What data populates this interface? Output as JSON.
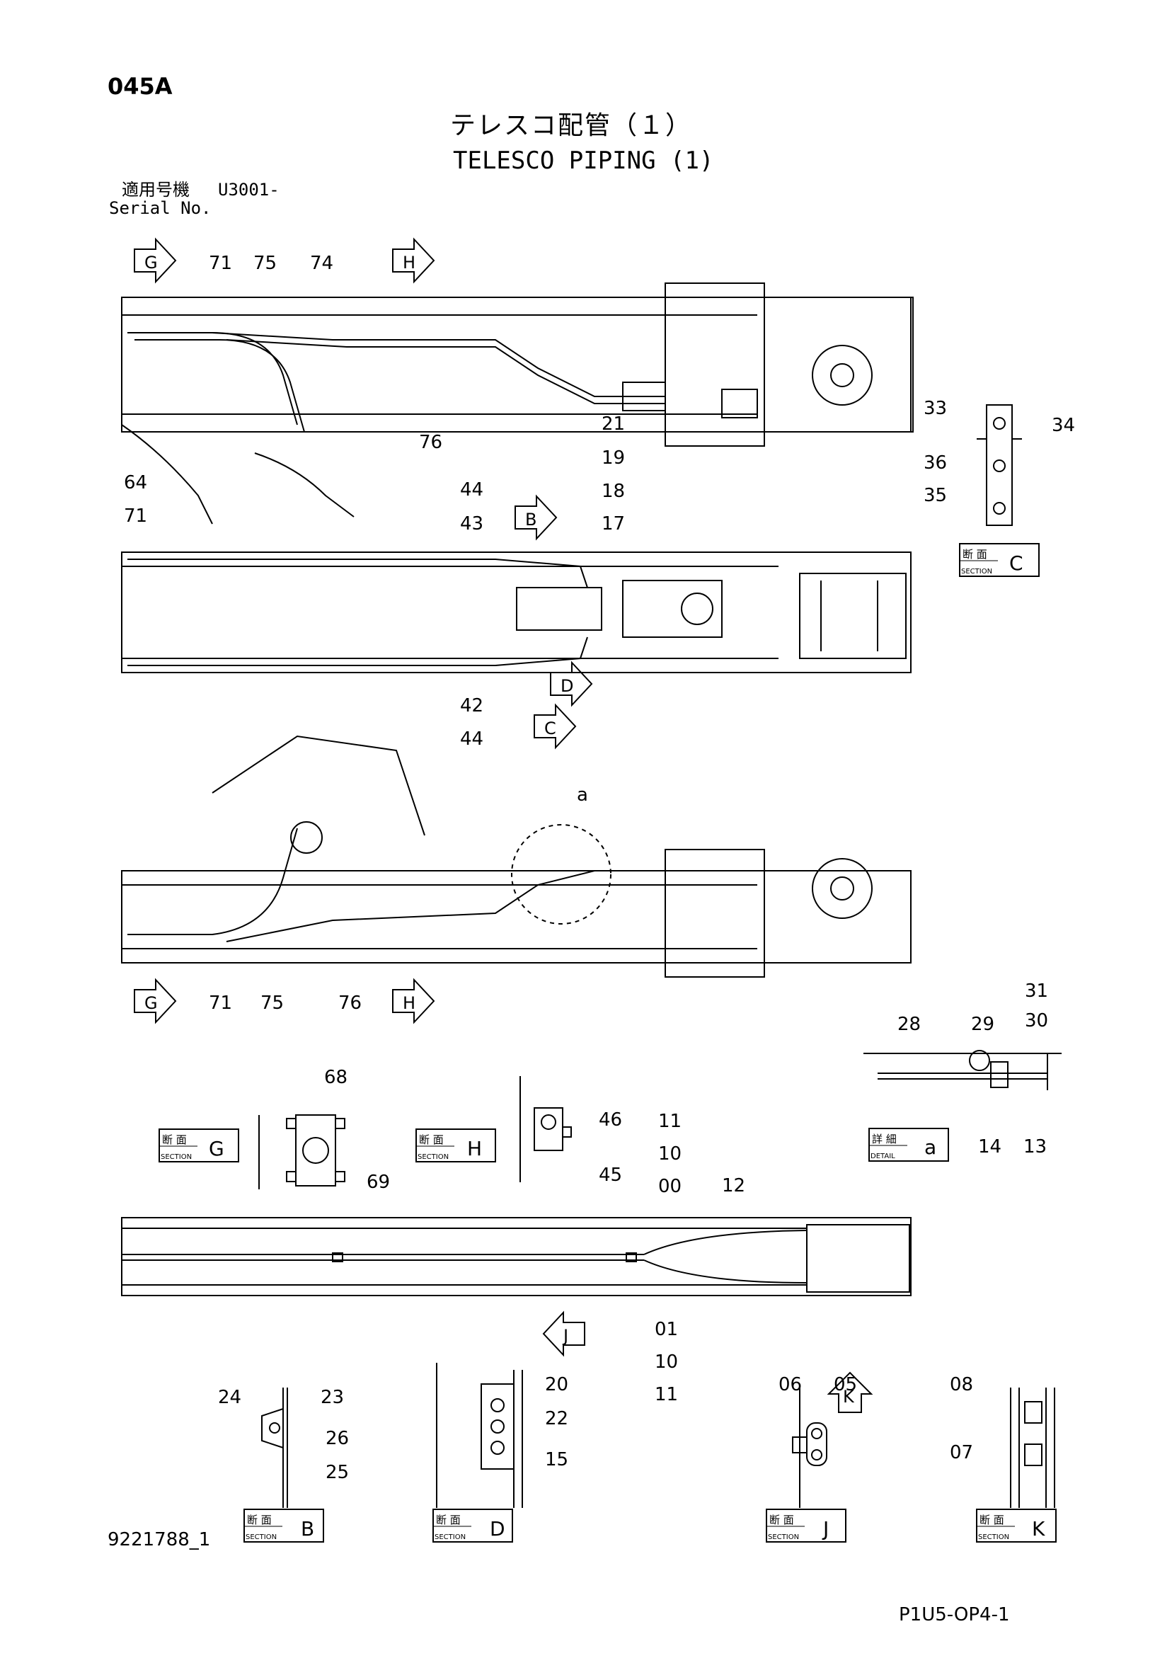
{
  "header": {
    "page_code": "045A",
    "title_jp": "テレスコ配管（１）",
    "title_en": "TELESCO PIPING (1)",
    "serial_label_jp": "適用号機",
    "serial_value": "U3001-",
    "serial_label_en": "Serial No."
  },
  "footer": {
    "drawing_number": "9221788_1",
    "sheet_code": "P1U5-OP4-1"
  },
  "section_labels": {
    "jp": "断 面",
    "en": "SECTION",
    "detail_jp": "詳 細",
    "detail_en": "DETAIL"
  },
  "boxes": [
    {
      "id": "C",
      "kind": "section"
    },
    {
      "id": "G",
      "kind": "section"
    },
    {
      "id": "H",
      "kind": "section"
    },
    {
      "id": "a",
      "kind": "detail"
    },
    {
      "id": "B",
      "kind": "section"
    },
    {
      "id": "D",
      "kind": "section"
    },
    {
      "id": "J",
      "kind": "section"
    },
    {
      "id": "K",
      "kind": "section"
    }
  ],
  "view_arrows": [
    "G",
    "H",
    "B",
    "D",
    "C",
    "G",
    "H",
    "J",
    "K"
  ],
  "part_callouts": [
    "71",
    "75",
    "74",
    "64",
    "71",
    "76",
    "21",
    "19",
    "18",
    "17",
    "33",
    "34",
    "36",
    "35",
    "44",
    "43",
    "42",
    "44",
    "a",
    "71",
    "75",
    "76",
    "31",
    "30",
    "28",
    "29",
    "14",
    "13",
    "68",
    "69",
    "46",
    "45",
    "11",
    "10",
    "00",
    "12",
    "01",
    "10",
    "11",
    "24",
    "23",
    "26",
    "25",
    "20",
    "22",
    "15",
    "06",
    "05",
    "08",
    "07"
  ]
}
